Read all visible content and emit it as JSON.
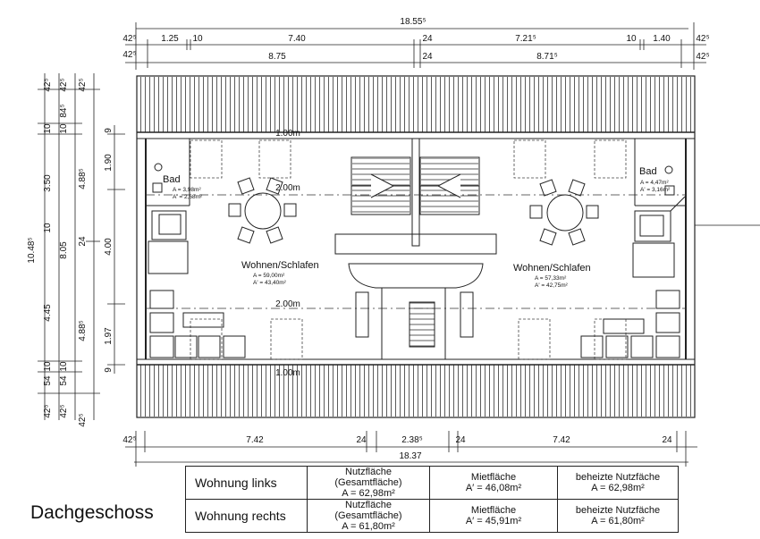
{
  "top_dims": {
    "overall": "18.55⁵",
    "row1": {
      "l1": "42⁵",
      "l2": "1.25",
      "l3": "10",
      "l4": "7.40",
      "l5": "24",
      "l6": "7.21⁵",
      "l7": "10",
      "l8": "1.40",
      "l9": "42⁵"
    },
    "row2": {
      "l1": "42⁵",
      "l2": "8.75",
      "l3": "24",
      "l4": "8.71⁵",
      "l5": "42⁵"
    }
  },
  "left_dims": {
    "overall": "10.48⁵",
    "c1": [
      "42⁵",
      "10",
      "3.50",
      "10",
      "4.45",
      "10",
      "54",
      "42⁵"
    ],
    "c2": [
      "42⁵",
      "84⁵",
      "10",
      "8.05",
      "10",
      "54",
      "42⁵"
    ],
    "c3": [
      "42⁵",
      "4.88⁵",
      "24",
      "4.88⁵",
      "42⁵"
    ],
    "c4": [
      "9",
      "1.90",
      "4.00",
      "1.97",
      "9"
    ]
  },
  "bottom_dims": {
    "row1": {
      "l1": "42⁵",
      "l2": "7.42",
      "l3": "24",
      "l4": "2.38⁵",
      "l5": "24",
      "l6": "7.42",
      "l7": "24"
    },
    "overall": "18.37"
  },
  "plan_labels": {
    "roof_top": "1.00m",
    "roof_bottom": "1.00m",
    "line_upper": "2.00m",
    "line_lower": "2.00m",
    "bad_left": "Bad",
    "bad_left_a": "A = 3,98m²",
    "bad_left_a2": "A' = 2,68m²",
    "bad_right": "Bad",
    "bad_right_a": "A = 4,47m²",
    "bad_right_a2": "A' = 3,16m²",
    "room_left": "Wohnen/Schlafen",
    "room_left_a": "A = 59,00m²",
    "room_left_a2": "A' = 43,40m²",
    "room_right": "Wohnen/Schlafen",
    "room_right_a": "A = 57,33m²",
    "room_right_a2": "A' = 42,75m²"
  },
  "table": {
    "rows": [
      {
        "apt": "Wohnung links",
        "nutz_label": "Nutzfläche (Gesamtfläche)",
        "nutz_val": "A = 62,98m²",
        "miet_label": "Mietfläche",
        "miet_val": "A′ = 46,08m²",
        "heiz_label": "beheizte Nutzfäche",
        "heiz_val": "A = 62,98m²"
      },
      {
        "apt": "Wohnung rechts",
        "nutz_label": "Nutzfläche (Gesamtfläche)",
        "nutz_val": "A = 61,80m²",
        "miet_label": "Mietfläche",
        "miet_val": "A′ = 45,91m²",
        "heiz_label": "beheizte Nutzfäche",
        "heiz_val": "A = 61,80m²"
      }
    ]
  },
  "title": "Dachgeschoss"
}
